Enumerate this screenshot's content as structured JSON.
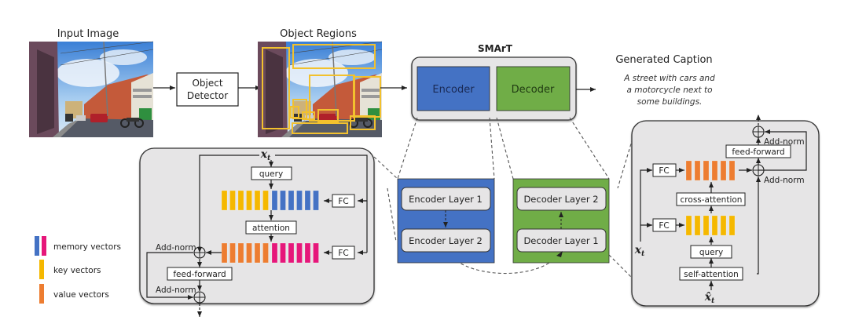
{
  "pipeline": {
    "input_image_title": "Input Image",
    "object_detector_line1": "Object",
    "object_detector_line2": "Detector",
    "object_regions_title": "Object Regions",
    "smart_title": "SMArT",
    "encoder_label": "Encoder",
    "decoder_label": "Decoder",
    "generated_caption_title": "Generated Caption",
    "caption_lines": [
      "A street with cars and",
      "a motorcycle next to",
      "some buildings."
    ]
  },
  "encoder_stack": {
    "layers": [
      "Encoder Layer 1",
      "Encoder Layer 2"
    ]
  },
  "decoder_stack": {
    "layers": [
      "Decoder Layer 2",
      "Decoder Layer 1"
    ]
  },
  "encoder_detail": {
    "input_symbol": "x",
    "input_subscript": "t",
    "query_label": "query",
    "attention_label": "attention",
    "fc_label": "FC",
    "add_norm_label": "Add-norm",
    "feed_forward_label": "feed-forward",
    "key_vector_count": 6,
    "memory_vector_count": 6
  },
  "decoder_detail": {
    "input_symbol": "x",
    "input_subscript": "t",
    "prev_symbol": "x̂",
    "prev_subscript": "t",
    "fc_label": "FC",
    "cross_attention_label": "cross-attention",
    "query_label": "query",
    "self_attention_label": "self-attention",
    "feed_forward_label": "feed-forward",
    "add_norm_label": "Add-norm",
    "vector_count": 6
  },
  "legend": {
    "items": [
      {
        "label": "memory vectors",
        "colors": [
          "#4472c4",
          "#e6177a"
        ]
      },
      {
        "label": "key vectors",
        "colors": [
          "#f5b800"
        ]
      },
      {
        "label": "value vectors",
        "colors": [
          "#ed7d31"
        ]
      }
    ]
  },
  "colors": {
    "encoder_blue": "#4472c4",
    "decoder_green": "#70ad47",
    "key_yellow": "#f5b800",
    "value_orange": "#ed7d31",
    "memory_pink": "#e6177a",
    "panel_gray": "#e6e5e6",
    "box_yellow_outline": "#f2c12e"
  }
}
